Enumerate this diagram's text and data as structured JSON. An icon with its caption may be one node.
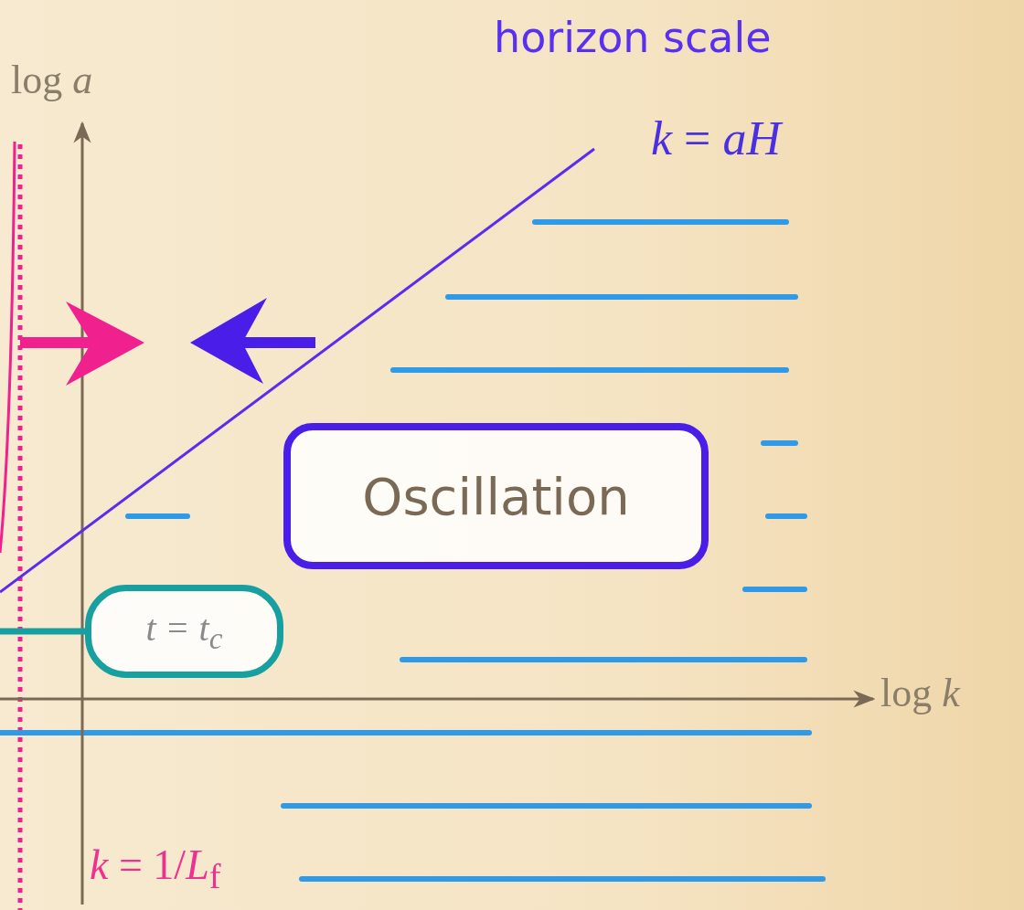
{
  "diagram": {
    "nodes": [
      {
        "text": [
          "Oscillation"
        ]
      },
      {
        "text": [
          "*t* = *t*$_{c}$"
        ]
      }
    ],
    "edges": [
      {
        "from": null,
        "to": 1,
        "arrow": "none"
      }
    ],
    "labels": [
      "horizon scale",
      "log *a*",
      "*k* = *aH*",
      "log *k*",
      "*k* = 1/*L*$_{f}$"
    ]
  }
}
